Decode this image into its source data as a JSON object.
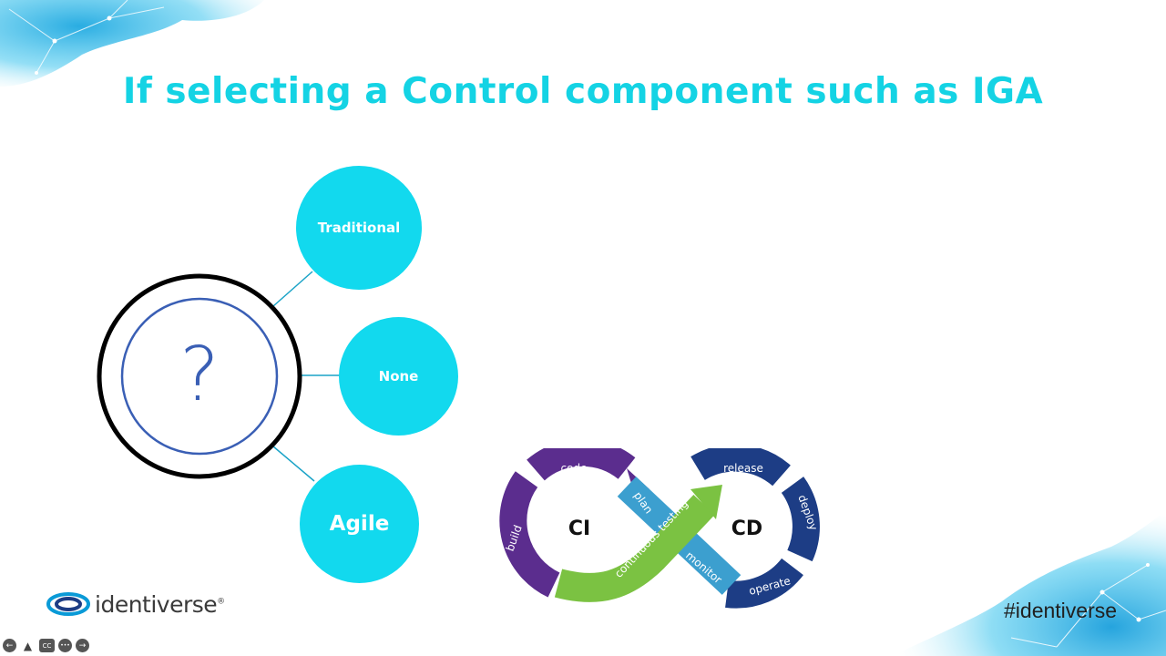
{
  "slide": {
    "title": "If selecting a Control component such as IGA",
    "question_mark": "?",
    "options": [
      "Traditional",
      "None",
      "Agile"
    ],
    "devops": {
      "ci": "CI",
      "cd": "CD",
      "ci_stages": [
        "code",
        "build",
        "plan"
      ],
      "cd_stages": [
        "release",
        "deploy",
        "operate",
        "monitor"
      ],
      "bridge": "continuous testing"
    },
    "logo_text": "identiverse",
    "logo_mark": "®",
    "hashtag": "#identiverse"
  },
  "player_controls": {
    "icons": [
      "prev-icon",
      "accessibility-icon",
      "captions-icon",
      "more-icon",
      "next-icon"
    ],
    "captions_label": "CC",
    "more_label": "•••"
  },
  "colors": {
    "title": "#14d3e4",
    "bubble": "#12d9ee",
    "ring": "#3a5fb5",
    "connector": "#1aa3c7",
    "ci_purple": "#5b2d8e",
    "cd_navy": "#1d3d85",
    "plan_teal": "#3c9fcf",
    "green": "#7bc242"
  }
}
